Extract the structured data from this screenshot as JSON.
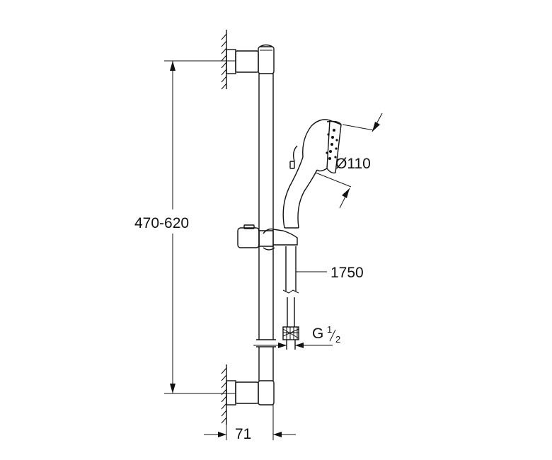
{
  "dimensions": {
    "height_range": "470-620",
    "head_diameter": "Ø110",
    "hose_length": "1750",
    "thread_base": "G",
    "thread_numerator": "1",
    "thread_denominator": "2",
    "wall_offset": "71"
  }
}
